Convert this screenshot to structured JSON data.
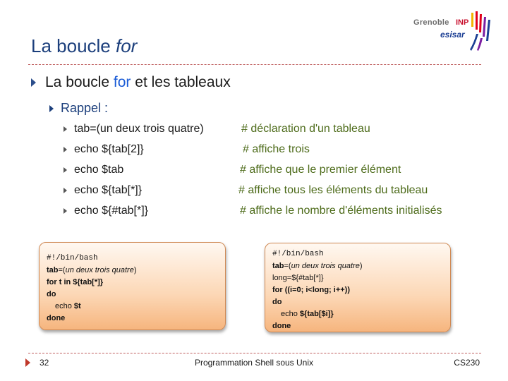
{
  "logo": {
    "top": "Grenoble",
    "inp": "INP",
    "bottom": "esisar"
  },
  "title": {
    "text": "La boucle ",
    "em": "for"
  },
  "bullet1": {
    "before": "La boucle ",
    "keyword": "for",
    "after": " et les tableaux"
  },
  "bullet2": "Rappel :",
  "rows": [
    {
      "cmd": "tab=(un deux trois quatre)",
      "comment": "# déclaration d'un tableau"
    },
    {
      "cmd": "echo ${tab[2]}",
      "comment": "# affiche trois"
    },
    {
      "cmd": "echo $tab",
      "comment": "# affiche que le premier élément"
    },
    {
      "cmd": "echo ${tab[*]}",
      "comment": "# affiche tous les éléments du tableau"
    },
    {
      "cmd": "echo ${#tab[*]}",
      "comment": "# affiche le nombre d'éléments initialisés"
    }
  ],
  "box1": {
    "shebang": "#!/bin/bash",
    "tab_kw": "tab",
    "tab_eq": "=(",
    "tab_val": "un deux trois quatre",
    "tab_close": ")",
    "for_line": "for t in ${tab[*]}",
    "do": "do",
    "echo_kw": "echo ",
    "echo_var": "$t",
    "done": "done"
  },
  "box2": {
    "shebang": "#!/bin/bash",
    "tab_kw": "tab",
    "tab_eq": "=(",
    "tab_val": "un deux trois quatre",
    "tab_close": ")",
    "long_line": "long=${#tab[*]}",
    "for_line": "for ((i=0; i<long; i++))",
    "do": "do",
    "echo_kw": "echo ",
    "echo_var": "${tab[$i]}",
    "done": "done"
  },
  "footer": {
    "page": "32",
    "center": "Programmation Shell sous Unix",
    "right": "CS230"
  },
  "colors": {
    "title": "#1c3f7c",
    "keyword": "#1a5bd6",
    "comment": "#4d6b1a",
    "rule": "#c06060"
  }
}
